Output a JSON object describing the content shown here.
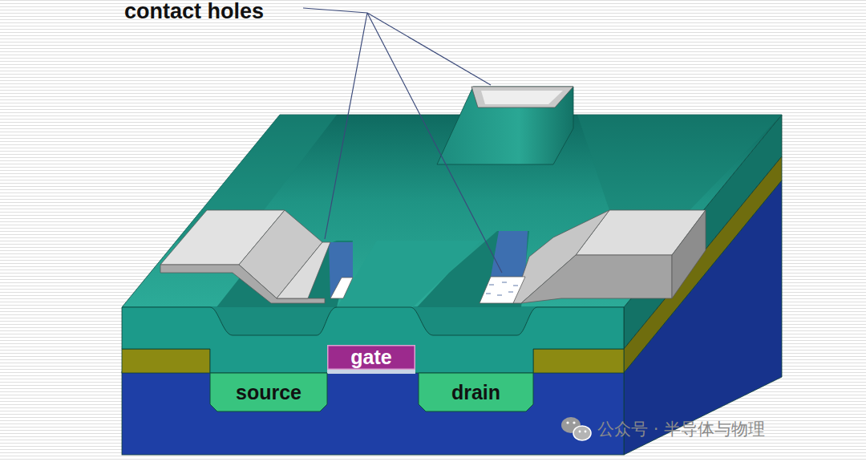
{
  "diagram": {
    "nodes": [
      {
        "text": [
          "source"
        ]
      },
      {
        "text": [
          "gate"
        ]
      },
      {
        "text": [
          "drain"
        ]
      }
    ],
    "labels": [
      "contact holes",
      "公众号 · 半导体与物理"
    ]
  }
}
